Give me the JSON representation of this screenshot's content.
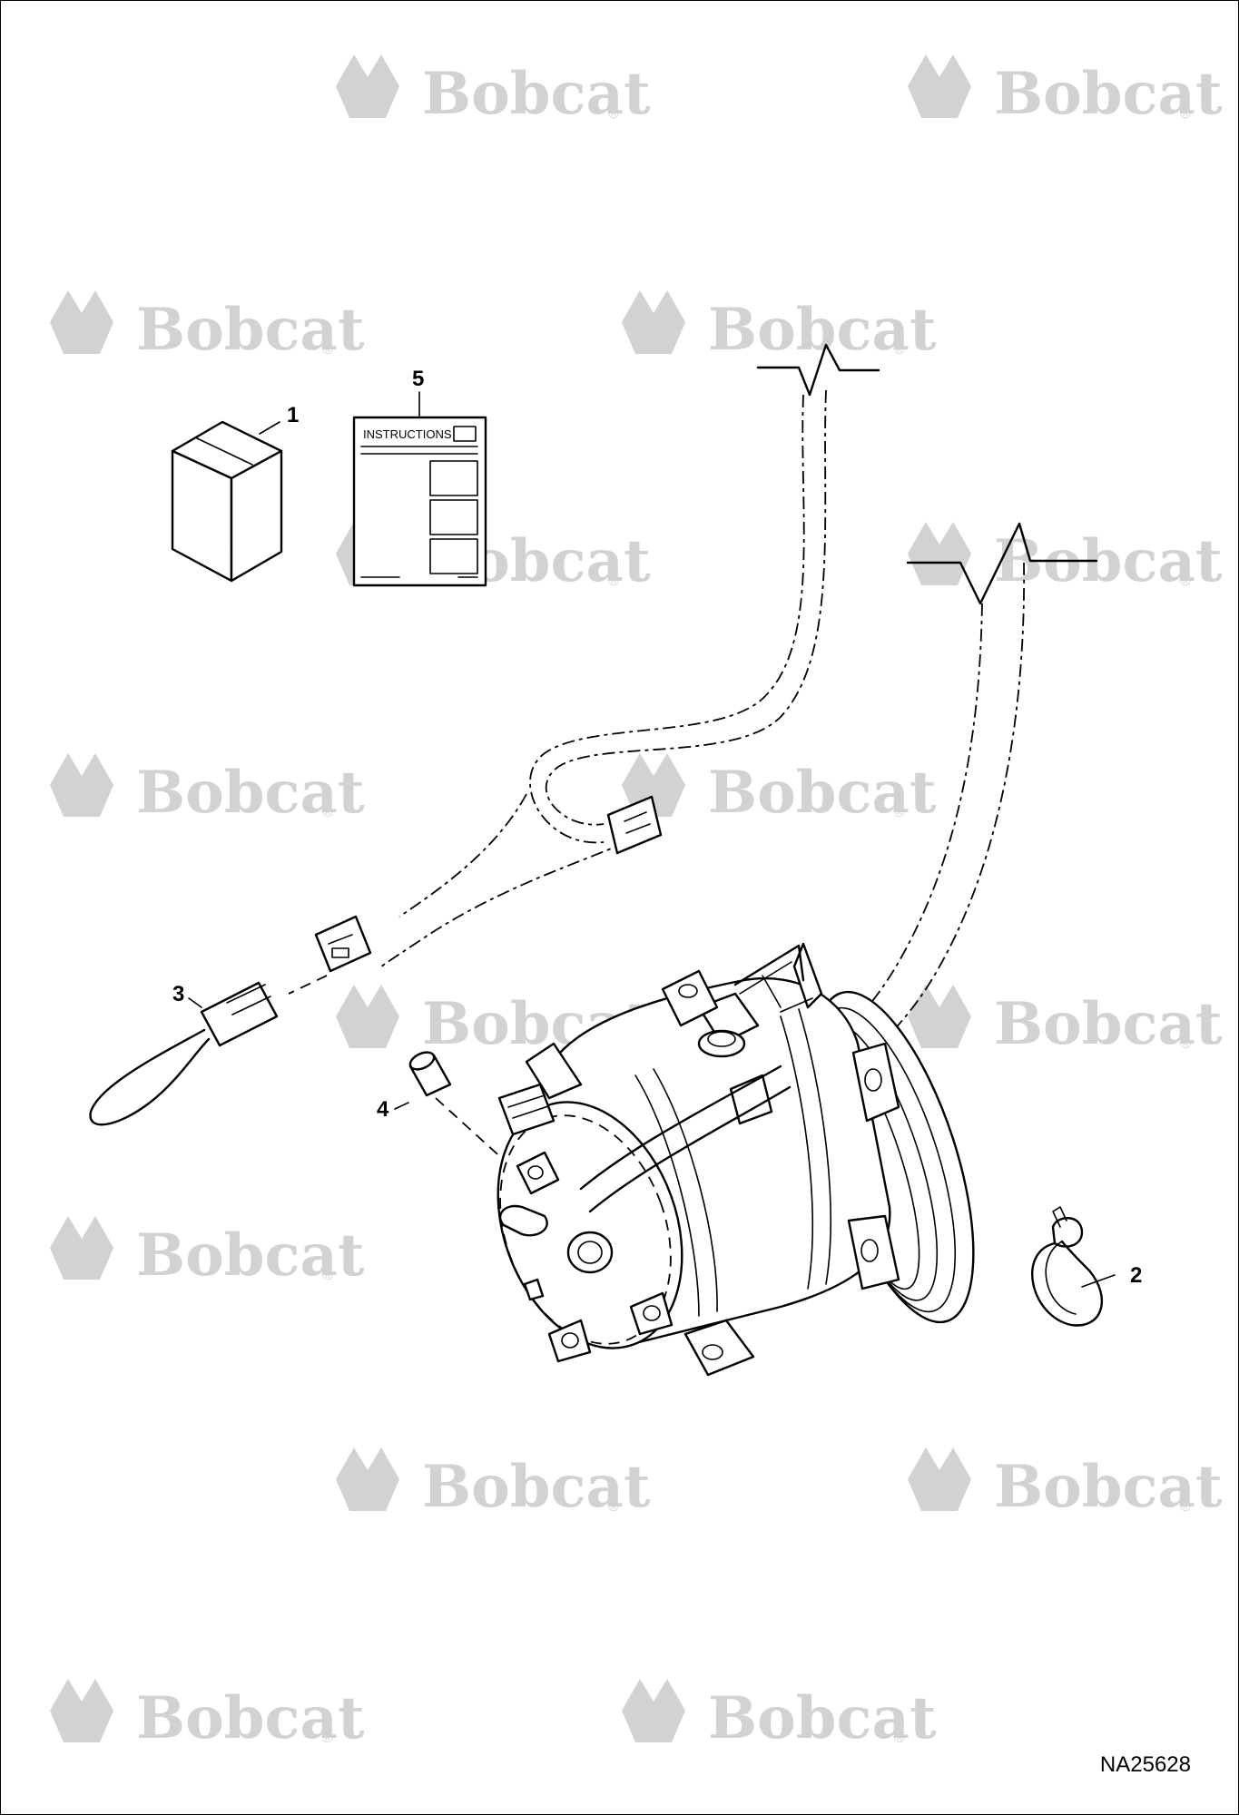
{
  "watermark": {
    "brand": "Bobcat",
    "registered": "®",
    "color": "#d2d2d2"
  },
  "callouts": {
    "c1": "1",
    "c2": "2",
    "c3": "3",
    "c4": "4",
    "c5": "5"
  },
  "instructions_label": "INSTRUCTIONS",
  "drawing_id": "NA25628"
}
